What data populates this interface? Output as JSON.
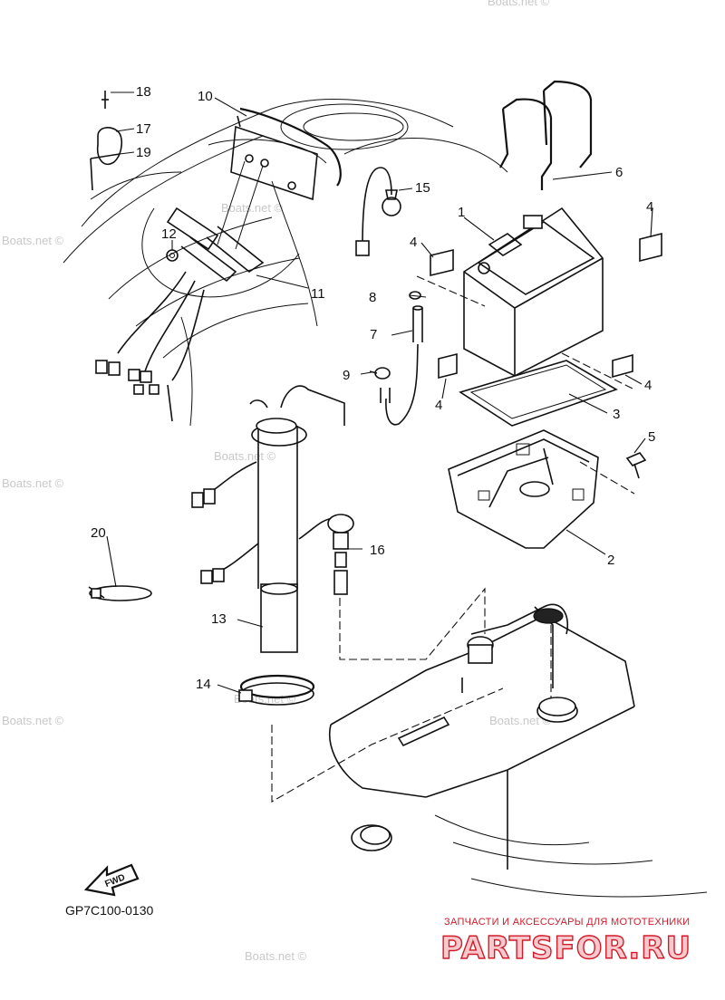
{
  "diagram": {
    "code": "GP7C100-0130",
    "fwd_label": "FWD",
    "watermark": "Boats.net ©",
    "brand_subtitle": "ЗАПЧАСТИ И АКСЕССУАРЫ ДЛЯ МОТОТЕХНИКИ",
    "brand_name": "PARTSFOR.RU",
    "callouts": [
      {
        "id": "1",
        "part": "battery"
      },
      {
        "id": "2",
        "part": "battery-box"
      },
      {
        "id": "3",
        "part": "battery-pad"
      },
      {
        "id": "4",
        "part": "pad"
      },
      {
        "id": "5",
        "part": "bolt"
      },
      {
        "id": "6",
        "part": "battery-band"
      },
      {
        "id": "7",
        "part": "breather-hose"
      },
      {
        "id": "8",
        "part": "ring"
      },
      {
        "id": "9",
        "part": "clip"
      },
      {
        "id": "10",
        "part": "meter-unit"
      },
      {
        "id": "11",
        "part": "wiring-bracket"
      },
      {
        "id": "12",
        "part": "nut"
      },
      {
        "id": "13",
        "part": "fuel-sender"
      },
      {
        "id": "14",
        "part": "hose-clamp"
      },
      {
        "id": "15",
        "part": "sensor"
      },
      {
        "id": "16",
        "part": "connector"
      },
      {
        "id": "17",
        "part": "holder"
      },
      {
        "id": "18",
        "part": "rivet"
      },
      {
        "id": "19",
        "part": "band-clip"
      },
      {
        "id": "20",
        "part": "cable-tie"
      }
    ]
  }
}
